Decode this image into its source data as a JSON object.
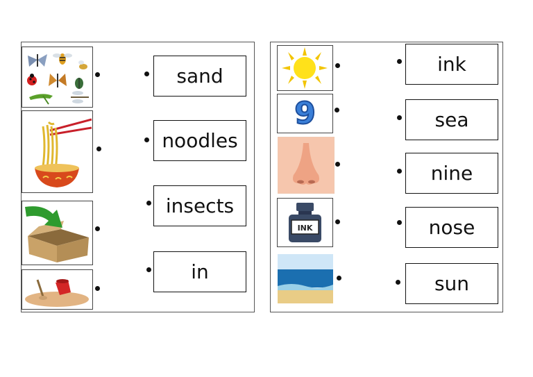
{
  "left": {
    "pictures": [
      "insects-image",
      "noodles-image",
      "box-arrow-in-image",
      "sand-bucket-image"
    ],
    "words": [
      "sand",
      "noodles",
      "insects",
      "in"
    ]
  },
  "right": {
    "pictures": [
      "sun-image",
      "nine-image",
      "nose-image",
      "ink-bottle-image",
      "sea-image"
    ],
    "words": [
      "ink",
      "sea",
      "nine",
      "nose",
      "sun"
    ],
    "nine_digit": "9",
    "ink_label": "INK"
  }
}
